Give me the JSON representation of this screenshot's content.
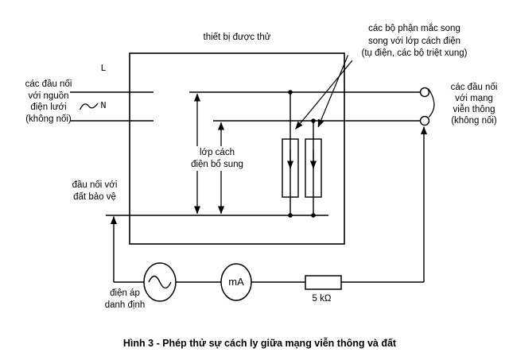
{
  "figure": {
    "device_under_test": "thiết bị được thử",
    "parallel_parts": "các bộ phận mắc song\nsong với lớp cách điện\n(tụ điện, các bộ triệt xung)",
    "mains_terminals": "các đầu nối\nvới nguồn\nđiện lưới\n(không nối)",
    "line_label": "L",
    "neutral_label": "N",
    "telecom_terminals": "các đầu nối\nvới mạng\nviễn thông\n(không nối)",
    "supplementary_insulation": "lớp cách\nđiện bổ sung",
    "protective_earth": "đầu nối với\nđất bảo vệ",
    "rated_voltage": "điện áp\ndanh định",
    "ammeter": "mA",
    "resistor": "5 kΩ",
    "caption": "Hình 3 - Phép thử sự cách ly giữa mạng viễn thông và đất"
  },
  "colors": {
    "line": "#000000",
    "background": "#ffffff",
    "text": "#000000"
  }
}
